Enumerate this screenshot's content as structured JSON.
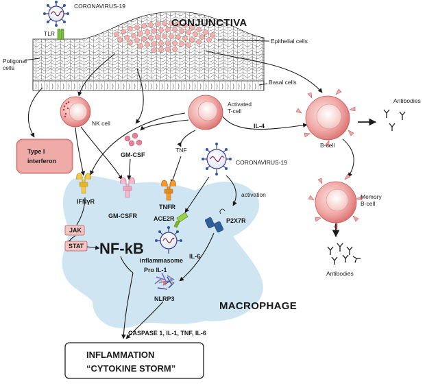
{
  "labels": {
    "conjunctiva": "CONJUNCTIVA",
    "coronavirus_top": "CORONAVIRUS-19",
    "tlr": "TLR",
    "epithelial_cells": "Epithelial cells",
    "poligonal_cells": "Poligonal cells",
    "basal_cells": "Basal cells",
    "nk_cell": "NK cell",
    "activated_t_cell": "Activated T-cell",
    "il4": "IL-4",
    "b_cell": "B-cell",
    "antibodies_top": "Antibodies",
    "type1_interferon": "Type I interferon",
    "gm_csf": "GM-CSF",
    "tnf": "TNF",
    "coronavirus_mid": "CORONAVIRUS-19",
    "activation": "activation",
    "memory_b_cell": "Memory B-cell",
    "ifngr": "IFNγR",
    "gm_csfr": "GM-CSFR",
    "tnfr": "TNFR",
    "ace2r": "ACE2R",
    "p2x7r": "P2X7R",
    "jak": "JAK",
    "stat": "STAT",
    "nfkb": "NF-kB",
    "il6": "IL-6",
    "inflammasome": "inflammasome",
    "pro_il1": "Pro IL-1",
    "nlrp3": "NLRP3",
    "macrophage": "MACROPHAGE",
    "antibodies_bottom": "Antibodies",
    "cascade": "CASPASE 1, IL-1, TNF, IL-6",
    "inflammation": "INFLAMMATION",
    "cytokine_storm": "“CYTOKINE STORM”"
  }
}
